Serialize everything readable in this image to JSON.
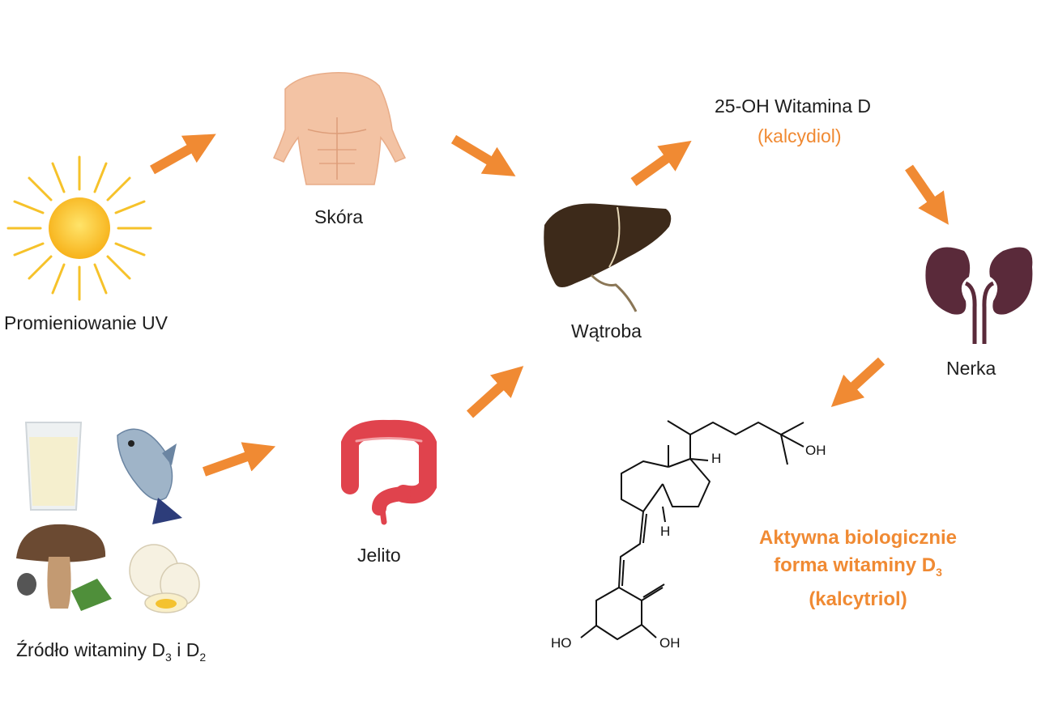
{
  "colors": {
    "arrow": "#f08a33",
    "accent_text": "#f08a33",
    "liver": "#3d2a1a",
    "kidney": "#5a2a3a",
    "intestine": "#e0434d"
  },
  "nodes": {
    "uv": {
      "label": "Promieniowanie UV",
      "icon": "sun-icon"
    },
    "skin": {
      "label": "Skóra",
      "icon": "torso-icon"
    },
    "liver": {
      "label": "Wątroba",
      "icon": "liver-icon"
    },
    "calcidiol": {
      "line1": "25-OH Witamina D",
      "line2": "(kalcydiol)"
    },
    "kidney": {
      "label": "Nerka",
      "icon": "kidneys-icon"
    },
    "gut": {
      "label": "Jelito",
      "icon": "intestine-icon"
    },
    "food": {
      "label_prefix": "Źródło witaminy D",
      "sub1": "3",
      "mid": " i D",
      "sub2": "2",
      "icons": [
        "milk-icon",
        "fish-icon",
        "mushroom-icon",
        "egg-icon"
      ]
    },
    "calcitriol": {
      "line1": "Aktywna biologicznie",
      "line2_prefix": "forma witaminy D",
      "line2_sub": "3",
      "line3": "(kalcytriol)"
    }
  },
  "molecule": {
    "labels": {
      "oh_top": "OH",
      "h_upper": "H",
      "h_lower": "H",
      "ho_left": "HO",
      "oh_right": "OH"
    }
  }
}
